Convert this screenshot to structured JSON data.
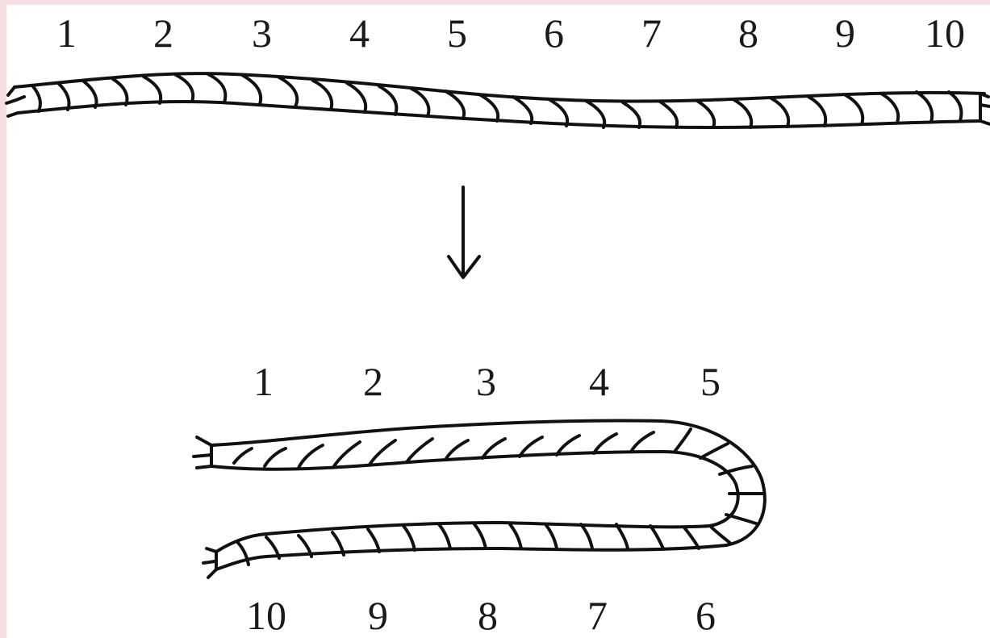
{
  "top_rope": {
    "labels": [
      "1",
      "2",
      "3",
      "4",
      "5",
      "6",
      "7",
      "8",
      "9",
      "10"
    ]
  },
  "arrow": {
    "icon": "down-arrow-icon"
  },
  "folded_rope": {
    "upper_labels": [
      "1",
      "2",
      "3",
      "4",
      "5"
    ],
    "lower_labels": [
      "10",
      "9",
      "8",
      "7",
      "6"
    ]
  }
}
